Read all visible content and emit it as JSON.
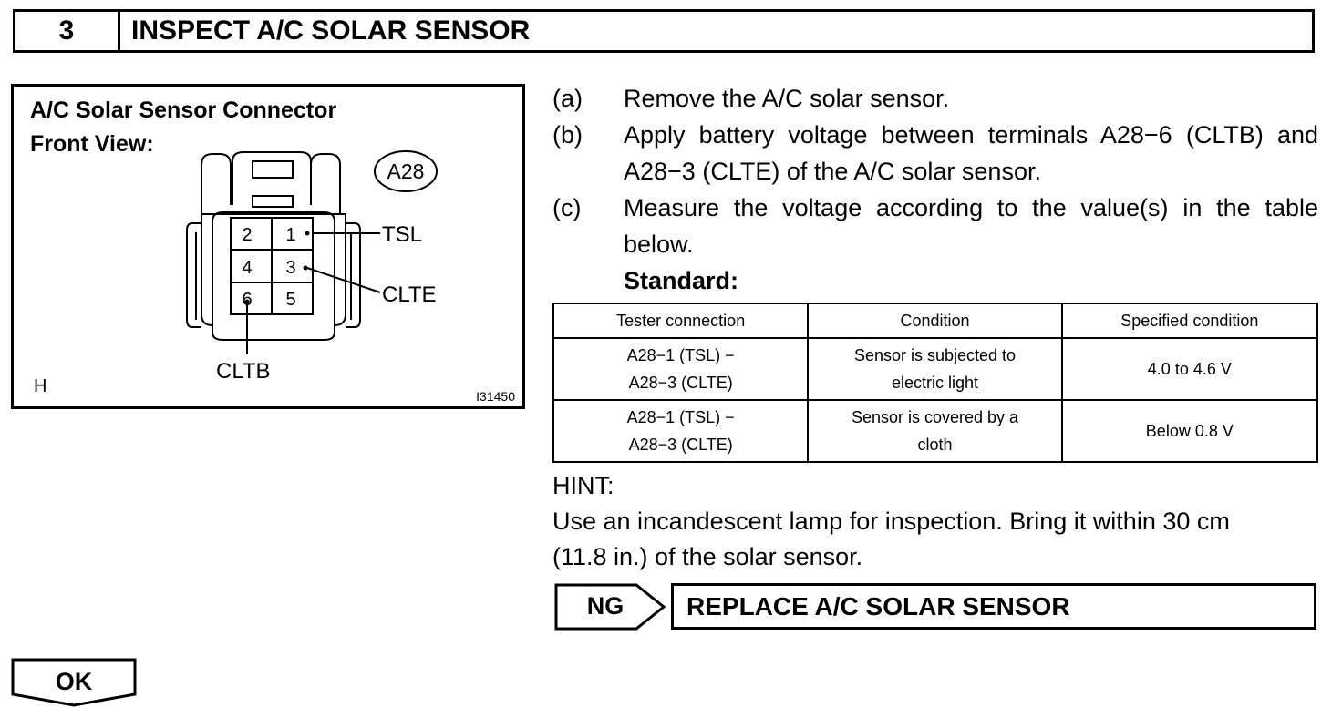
{
  "step": {
    "number": "3",
    "title": "INSPECT A/C SOLAR SENSOR"
  },
  "figure": {
    "title_line1": "A/C Solar Sensor Connector",
    "title_line2": "Front View:",
    "connector_code": "A28",
    "pins": [
      "2",
      "1",
      "4",
      "3",
      "6",
      "5"
    ],
    "labels": {
      "tsl": "TSL",
      "clte": "CLTE",
      "cltb": "CLTB"
    },
    "corner_mark": "H",
    "figure_id": "I31450"
  },
  "instructions": [
    {
      "letter": "(a)",
      "text": "Remove the A/C solar sensor."
    },
    {
      "letter": "(b)",
      "text": "Apply battery voltage between terminals A28−6 (CLTB) and A28−3 (CLTE) of the A/C solar sensor."
    },
    {
      "letter": "(c)",
      "text": "Measure the voltage according to the value(s) in the table below."
    }
  ],
  "standard_label": "Standard:",
  "table": {
    "headers": [
      "Tester connection",
      "Condition",
      "Specified condition"
    ],
    "rows": [
      {
        "connection_line1": "A28−1 (TSL) −",
        "connection_line2": "A28−3 (CLTE)",
        "condition_line1": "Sensor is subjected to",
        "condition_line2": "electric light",
        "specified": "4.0 to 4.6 V"
      },
      {
        "connection_line1": "A28−1 (TSL) −",
        "connection_line2": "A28−3 (CLTE)",
        "condition_line1": "Sensor is covered by a",
        "condition_line2": "cloth",
        "specified": "Below 0.8 V"
      }
    ]
  },
  "hint": {
    "label": "HINT:",
    "line1": "Use an incandescent lamp for inspection. Bring it within 30 cm",
    "line2": "(11.8 in.) of the solar sensor."
  },
  "ng": {
    "label": "NG",
    "action": "REPLACE A/C SOLAR SENSOR"
  },
  "ok": {
    "label": "OK"
  }
}
